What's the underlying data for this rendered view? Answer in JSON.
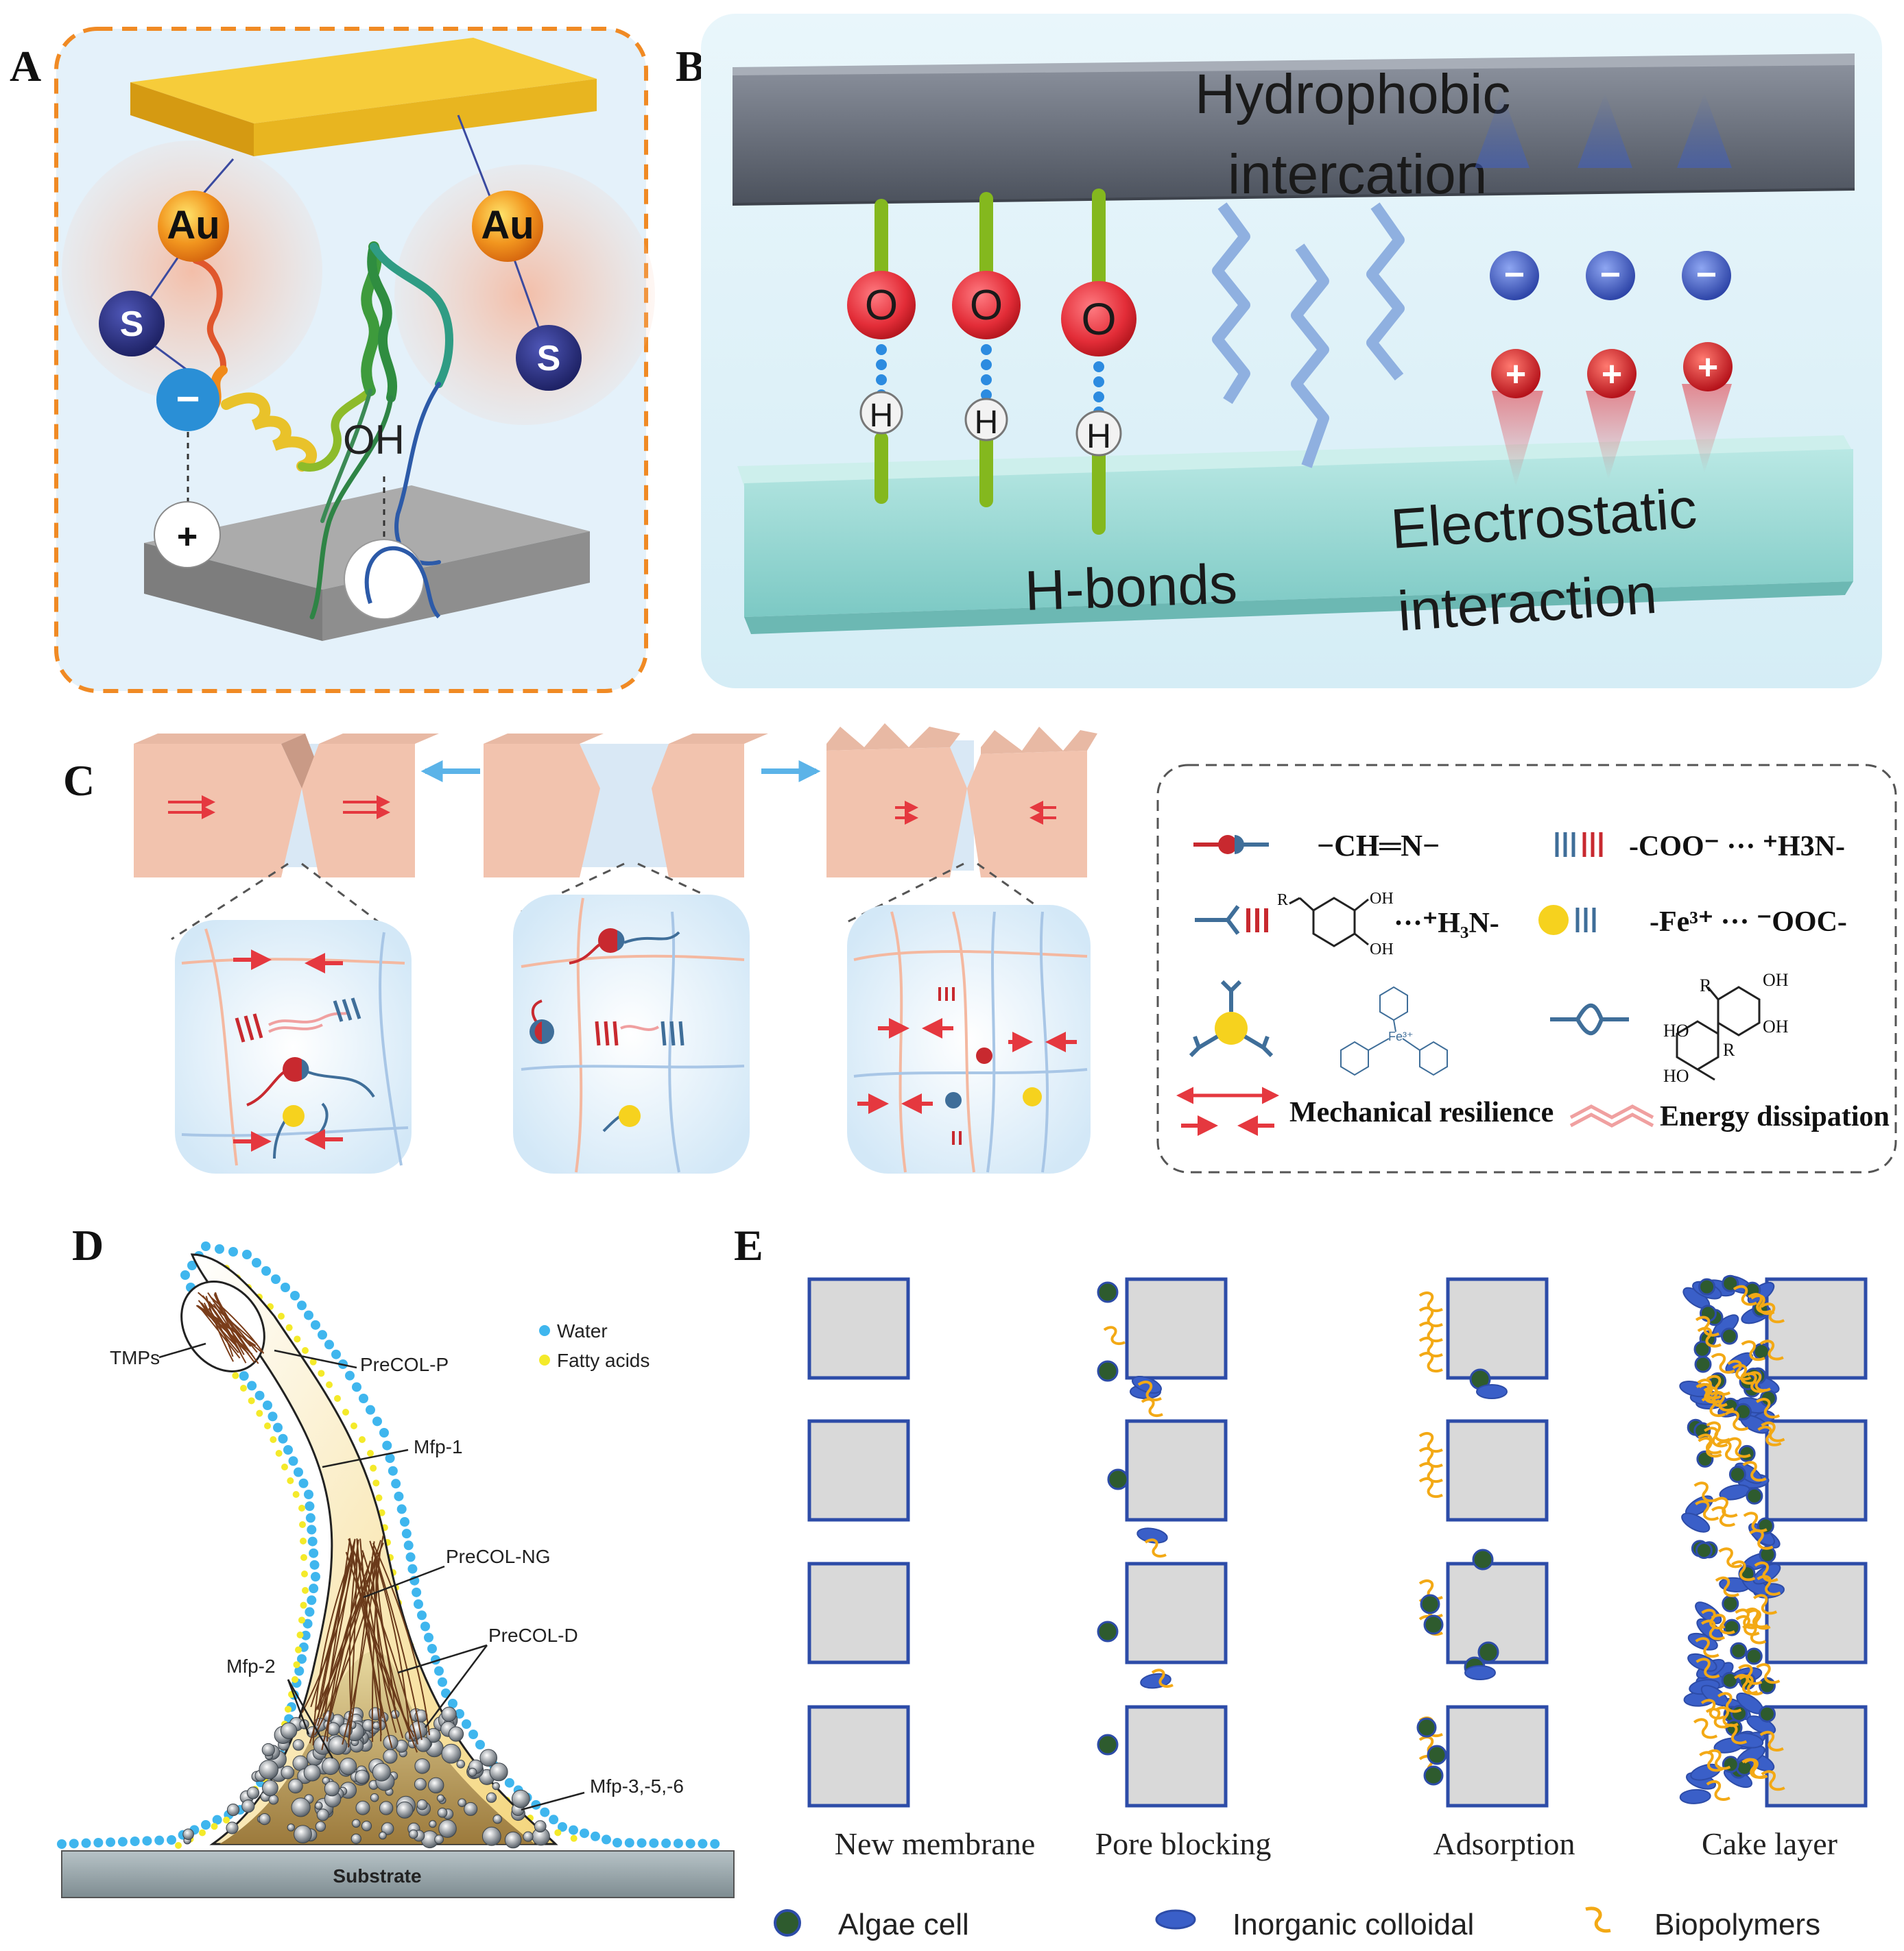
{
  "panels": {
    "a": {
      "letter": "A",
      "au_left": "Au",
      "au_right": "Au",
      "s_left": "S",
      "s_right": "S",
      "minus": "−",
      "plus": "+",
      "oh": "OH"
    },
    "b": {
      "letter": "B",
      "top_label_1": "Hydrophobic",
      "top_label_2": "intercation",
      "o": "O",
      "h": "H",
      "neg": "−",
      "pos": "+",
      "hbonds": "H-bonds",
      "electro_1": "Electrostatic",
      "electro_2": "interaction"
    },
    "c": {
      "letter": "C",
      "legend": {
        "imine": "−CH═N−",
        "salt_bridge": "-COO⁻ ··· ⁺H3N-",
        "cation_pi_r": "R",
        "cation_pi_oh1": "OH",
        "cation_pi_oh2": "OH",
        "cation_pi_text": "···⁺H₃N-",
        "metal": "-Fe³⁺ ··· ⁻OOC-",
        "fe_label": "Fe³⁺",
        "dimer_ho1": "HO",
        "dimer_ho2": "HO",
        "dimer_oh1": "OH",
        "dimer_oh2": "OH",
        "dimer_r1": "R",
        "dimer_r2": "R",
        "mech": "Mechanical resilience",
        "energy": "Energy dissipation"
      }
    },
    "d": {
      "letter": "D",
      "legend_water": "Water",
      "legend_fatty": "Fatty acids",
      "labels": {
        "tmps": "TMPs",
        "precol_p": "PreCOL-P",
        "mfp1": "Mfp-1",
        "precol_ng": "PreCOL-NG",
        "precol_d": "PreCOL-D",
        "mfp2": "Mfp-2",
        "mfp356": "Mfp-3,-5,-6",
        "substrate": "Substrate"
      }
    },
    "e": {
      "letter": "E",
      "columns": [
        "New membrane",
        "Pore blocking",
        "Adsorption",
        "Cake layer"
      ],
      "legend": {
        "algae": "Algae cell",
        "inorganic": "Inorganic colloidal",
        "biopolymers": "Biopolymers"
      }
    }
  },
  "colors": {
    "gold": "#E8B520",
    "au_orange": "#F28A1A",
    "s_navy": "#2B2F7E",
    "minus_blue": "#2A8FD6",
    "dash_orange": "#F08A24",
    "panel_a_bg": "#E4F1FA",
    "steel": "#5E6470",
    "teal": "#9FD8D5",
    "o_red": "#E3303A",
    "stick_green": "#84B81E",
    "bond_blue": "#2C8BE0",
    "zig": "#8FB0E0",
    "neg_blue": "#3E5FC5",
    "pos_red": "#D8232A",
    "block_pink": "#F2C3AE",
    "block_side": "#C99A86",
    "strand_red": "#C8292F",
    "strand_blue": "#3F6E99",
    "yellow_ball": "#F6D21E",
    "water_blue": "#3FB6EE",
    "fatty_yellow": "#F4EA2A",
    "membrane_blue": "#2D4CA8",
    "membrane_fill": "#D9D9D9",
    "algae_green": "#2E5B2E",
    "colloid_blue": "#3A5FC8",
    "bio_orange": "#F3A915"
  }
}
